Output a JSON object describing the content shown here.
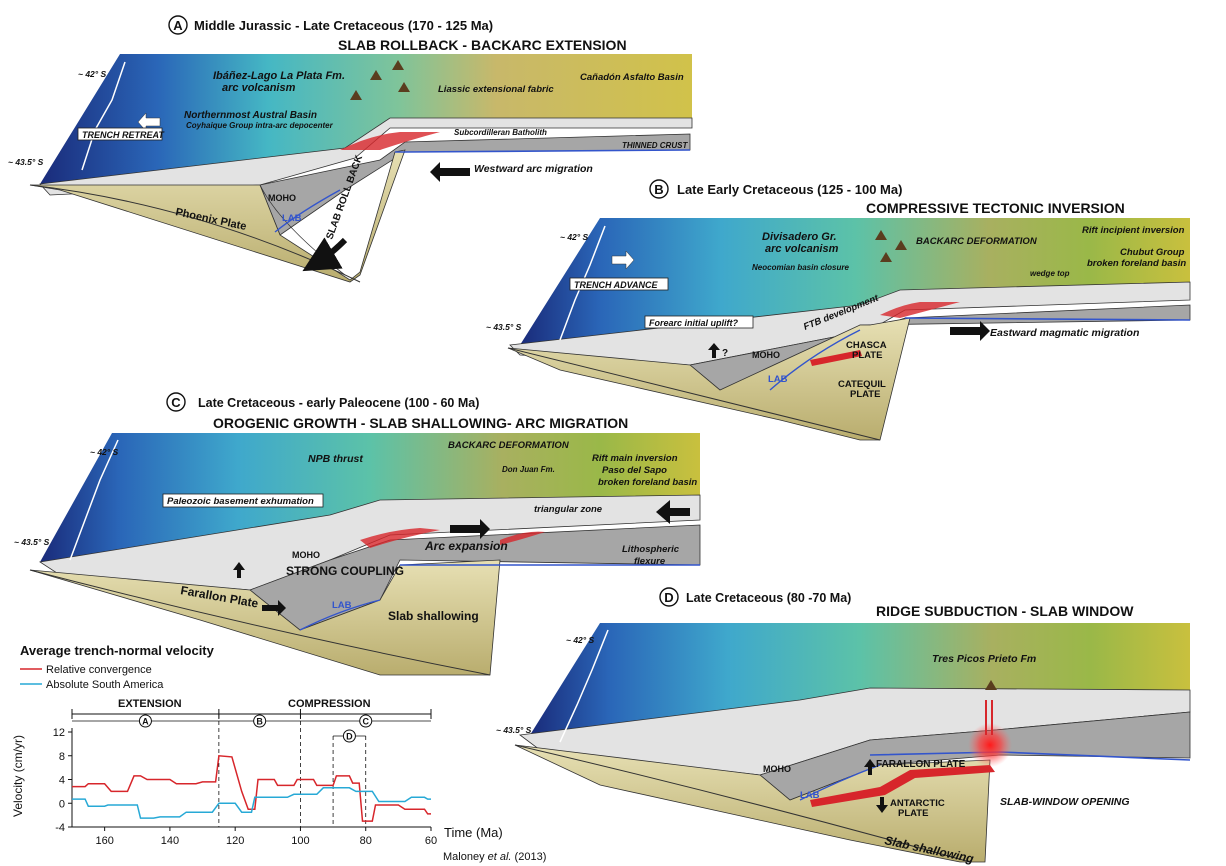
{
  "panelA": {
    "letter": "A",
    "title": "Middle Jurassic - Late Cretaceous (170 - 125 Ma)",
    "subtitle": "SLAB ROLLBACK - BACKARC EXTENSION",
    "lat_top": "~ 42° S",
    "lat_bottom": "~ 43.5° S",
    "arc": "Ibáñez-Lago La Plata Fm.",
    "arc2": "arc volcanism",
    "liassic": "Liassic extensional fabric",
    "canadon": "Cañadón Asfalto Basin",
    "austral": "Northernmost Austral Basin",
    "coyhaique": "Coyhaique Group intra-arc depocenter",
    "batholith": "Subcordilleran Batholith",
    "thinned": "THINNED CRUST",
    "trench": "TRENCH RETREAT",
    "arc_mig": "Westward arc migration",
    "moho": "MOHO",
    "lab": "LAB",
    "plate": "Phoenix Plate",
    "rollback": "SLAB ROLL BACK"
  },
  "panelB": {
    "letter": "B",
    "title": "Late Early Cretaceous (125 - 100 Ma)",
    "subtitle": "COMPRESSIVE TECTONIC INVERSION",
    "lat_top": "~ 42° S",
    "lat_bottom": "~ 43.5° S",
    "arc": "Divisadero Gr.",
    "arc2": "arc volcanism",
    "neocomian": "Neocomian basin closure",
    "backarc": "BACKARC DEFORMATION",
    "rift": "Rift incipient inversion",
    "chubut": "Chubut Group",
    "chubut2": "broken foreland basin",
    "wedge": "wedge top",
    "trench": "TRENCH ADVANCE",
    "forearc": "Forearc initial uplift?",
    "ftb": "FTB development",
    "q": "?",
    "moho": "MOHO",
    "lab": "LAB",
    "chasca": "CHASCA",
    "chasca2": "PLATE",
    "catequil": "CATEQUIL",
    "catequil2": "PLATE",
    "magmatic": "Eastward magmatic migration"
  },
  "panelC": {
    "letter": "C",
    "title": "Late Cretaceous - early Paleocene (100 - 60 Ma)",
    "subtitle": "OROGENIC GROWTH - SLAB SHALLOWING- ARC MIGRATION",
    "lat_top": "~ 42° S",
    "lat_bottom": "~ 43.5° S",
    "npb": "NPB thrust",
    "backarc": "BACKARC DEFORMATION",
    "donjuan": "Don Juan Fm.",
    "rift": "Rift main inversion",
    "paso": "Paso del Sapo",
    "paso2": "broken foreland basin",
    "paleozoic": "Paleozoic basement exhumation",
    "triangular": "triangular zone",
    "arc_exp": "Arc expansion",
    "litho": "Lithospheric",
    "litho2": "flexure",
    "moho": "MOHO",
    "coupling": "STRONG COUPLING",
    "lab": "LAB",
    "plate": "Farallon Plate",
    "shallow": "Slab shallowing"
  },
  "panelD": {
    "letter": "D",
    "title": "Late Cretaceous  (80 -70 Ma)",
    "subtitle": "RIDGE SUBDUCTION - SLAB WINDOW",
    "lat_top": "~ 42° S",
    "lat_bottom": "~ 43.5° S",
    "tres": "Tres Picos Prieto Fm",
    "moho": "MOHO",
    "lab": "LAB",
    "farallon": "FARALLON PLATE",
    "antarctic": "ANTARCTIC",
    "antarctic2": "PLATE",
    "window": "SLAB-WINDOW OPENING",
    "shallow": "Slab shallowing"
  },
  "chart": {
    "title": "Average trench-normal velocity",
    "legend_red": "Relative convergence",
    "legend_blue": "Absolute South America",
    "extension": "EXTENSION",
    "compression": "COMPRESSION",
    "ylabel": "Velocity (cm/yr)",
    "xlabel": "Time (Ma)",
    "citation_a": "Maloney ",
    "citation_b": "et al.",
    "citation_c": " (2013)"
  },
  "colors": {
    "red": "#d7262b",
    "blue": "#27a9d6",
    "lab": "#3355cc",
    "ocean_deep": "#1a2b7a",
    "slab": "#d8cf9c",
    "crust": "#e3e3e3",
    "mantle": "#a6a6a6"
  },
  "chart_data": {
    "type": "line",
    "title": "Average trench-normal velocity",
    "xlabel": "Time (Ma)",
    "ylabel": "Velocity (cm/yr)",
    "xlim": [
      170,
      60
    ],
    "ylim": [
      -4,
      12
    ],
    "xticks": [
      160,
      140,
      120,
      100,
      80,
      60
    ],
    "yticks": [
      -4,
      0,
      4,
      8,
      12
    ],
    "phase_boundaries": [
      170,
      125,
      100,
      90,
      80,
      60
    ],
    "phases": [
      {
        "label": "EXTENSION",
        "from": 170,
        "to": 125,
        "tag": "A"
      },
      {
        "label": "COMPRESSION",
        "from": 125,
        "to": 60,
        "tag": "",
        "subphases": [
          {
            "tag": "B",
            "from": 125,
            "to": 100
          },
          {
            "tag": "C",
            "from": 100,
            "to": 60
          },
          {
            "tag": "D",
            "from": 90,
            "to": 80
          }
        ]
      }
    ],
    "series": [
      {
        "name": "Relative convergence",
        "color": "#d7262b",
        "points": [
          [
            170,
            2.8
          ],
          [
            166,
            2.8
          ],
          [
            165,
            3.3
          ],
          [
            160,
            3.3
          ],
          [
            158,
            2.0
          ],
          [
            153,
            2.0
          ],
          [
            151,
            4.6
          ],
          [
            149,
            4.6
          ],
          [
            147,
            4.0
          ],
          [
            140,
            4.0
          ],
          [
            138,
            3.3
          ],
          [
            132,
            3.3
          ],
          [
            130,
            3.6
          ],
          [
            126,
            3.6
          ],
          [
            125,
            8.0
          ],
          [
            121,
            7.8
          ],
          [
            118,
            2.0
          ],
          [
            116,
            -1.0
          ],
          [
            114,
            -1.0
          ],
          [
            113,
            4.0
          ],
          [
            108,
            4.0
          ],
          [
            107,
            3.0
          ],
          [
            102,
            3.0
          ],
          [
            101,
            4.0
          ],
          [
            96,
            4.0
          ],
          [
            95,
            3.0
          ],
          [
            90,
            3.0
          ],
          [
            89,
            4.6
          ],
          [
            85,
            4.6
          ],
          [
            84,
            3.4
          ],
          [
            82,
            3.4
          ],
          [
            81,
            -3.0
          ],
          [
            78,
            -3.0
          ],
          [
            77,
            -0.3
          ],
          [
            70,
            -0.3
          ],
          [
            68,
            -1.0
          ],
          [
            62,
            -1.0
          ],
          [
            61,
            -1.8
          ],
          [
            60,
            -1.8
          ]
        ]
      },
      {
        "name": "Absolute South America",
        "color": "#27a9d6",
        "points": [
          [
            170,
            0.7
          ],
          [
            166,
            0.7
          ],
          [
            165,
            -0.5
          ],
          [
            160,
            -0.5
          ],
          [
            159,
            -0.3
          ],
          [
            150,
            -0.3
          ],
          [
            149,
            -2.5
          ],
          [
            145,
            -2.5
          ],
          [
            143,
            -2.3
          ],
          [
            137,
            -2.3
          ],
          [
            135,
            -1.5
          ],
          [
            127,
            -1.5
          ],
          [
            125,
            0.0
          ],
          [
            120,
            0.0
          ],
          [
            118,
            -1.5
          ],
          [
            115,
            -1.5
          ],
          [
            114,
            1.0
          ],
          [
            104,
            1.0
          ],
          [
            102,
            1.5
          ],
          [
            95,
            1.5
          ],
          [
            93,
            2.6
          ],
          [
            85,
            2.6
          ],
          [
            83,
            2.0
          ],
          [
            78,
            2.0
          ],
          [
            76,
            0.3
          ],
          [
            68,
            0.3
          ],
          [
            66,
            1.0
          ],
          [
            62,
            1.0
          ],
          [
            61,
            0.7
          ],
          [
            60,
            0.7
          ]
        ]
      }
    ]
  }
}
